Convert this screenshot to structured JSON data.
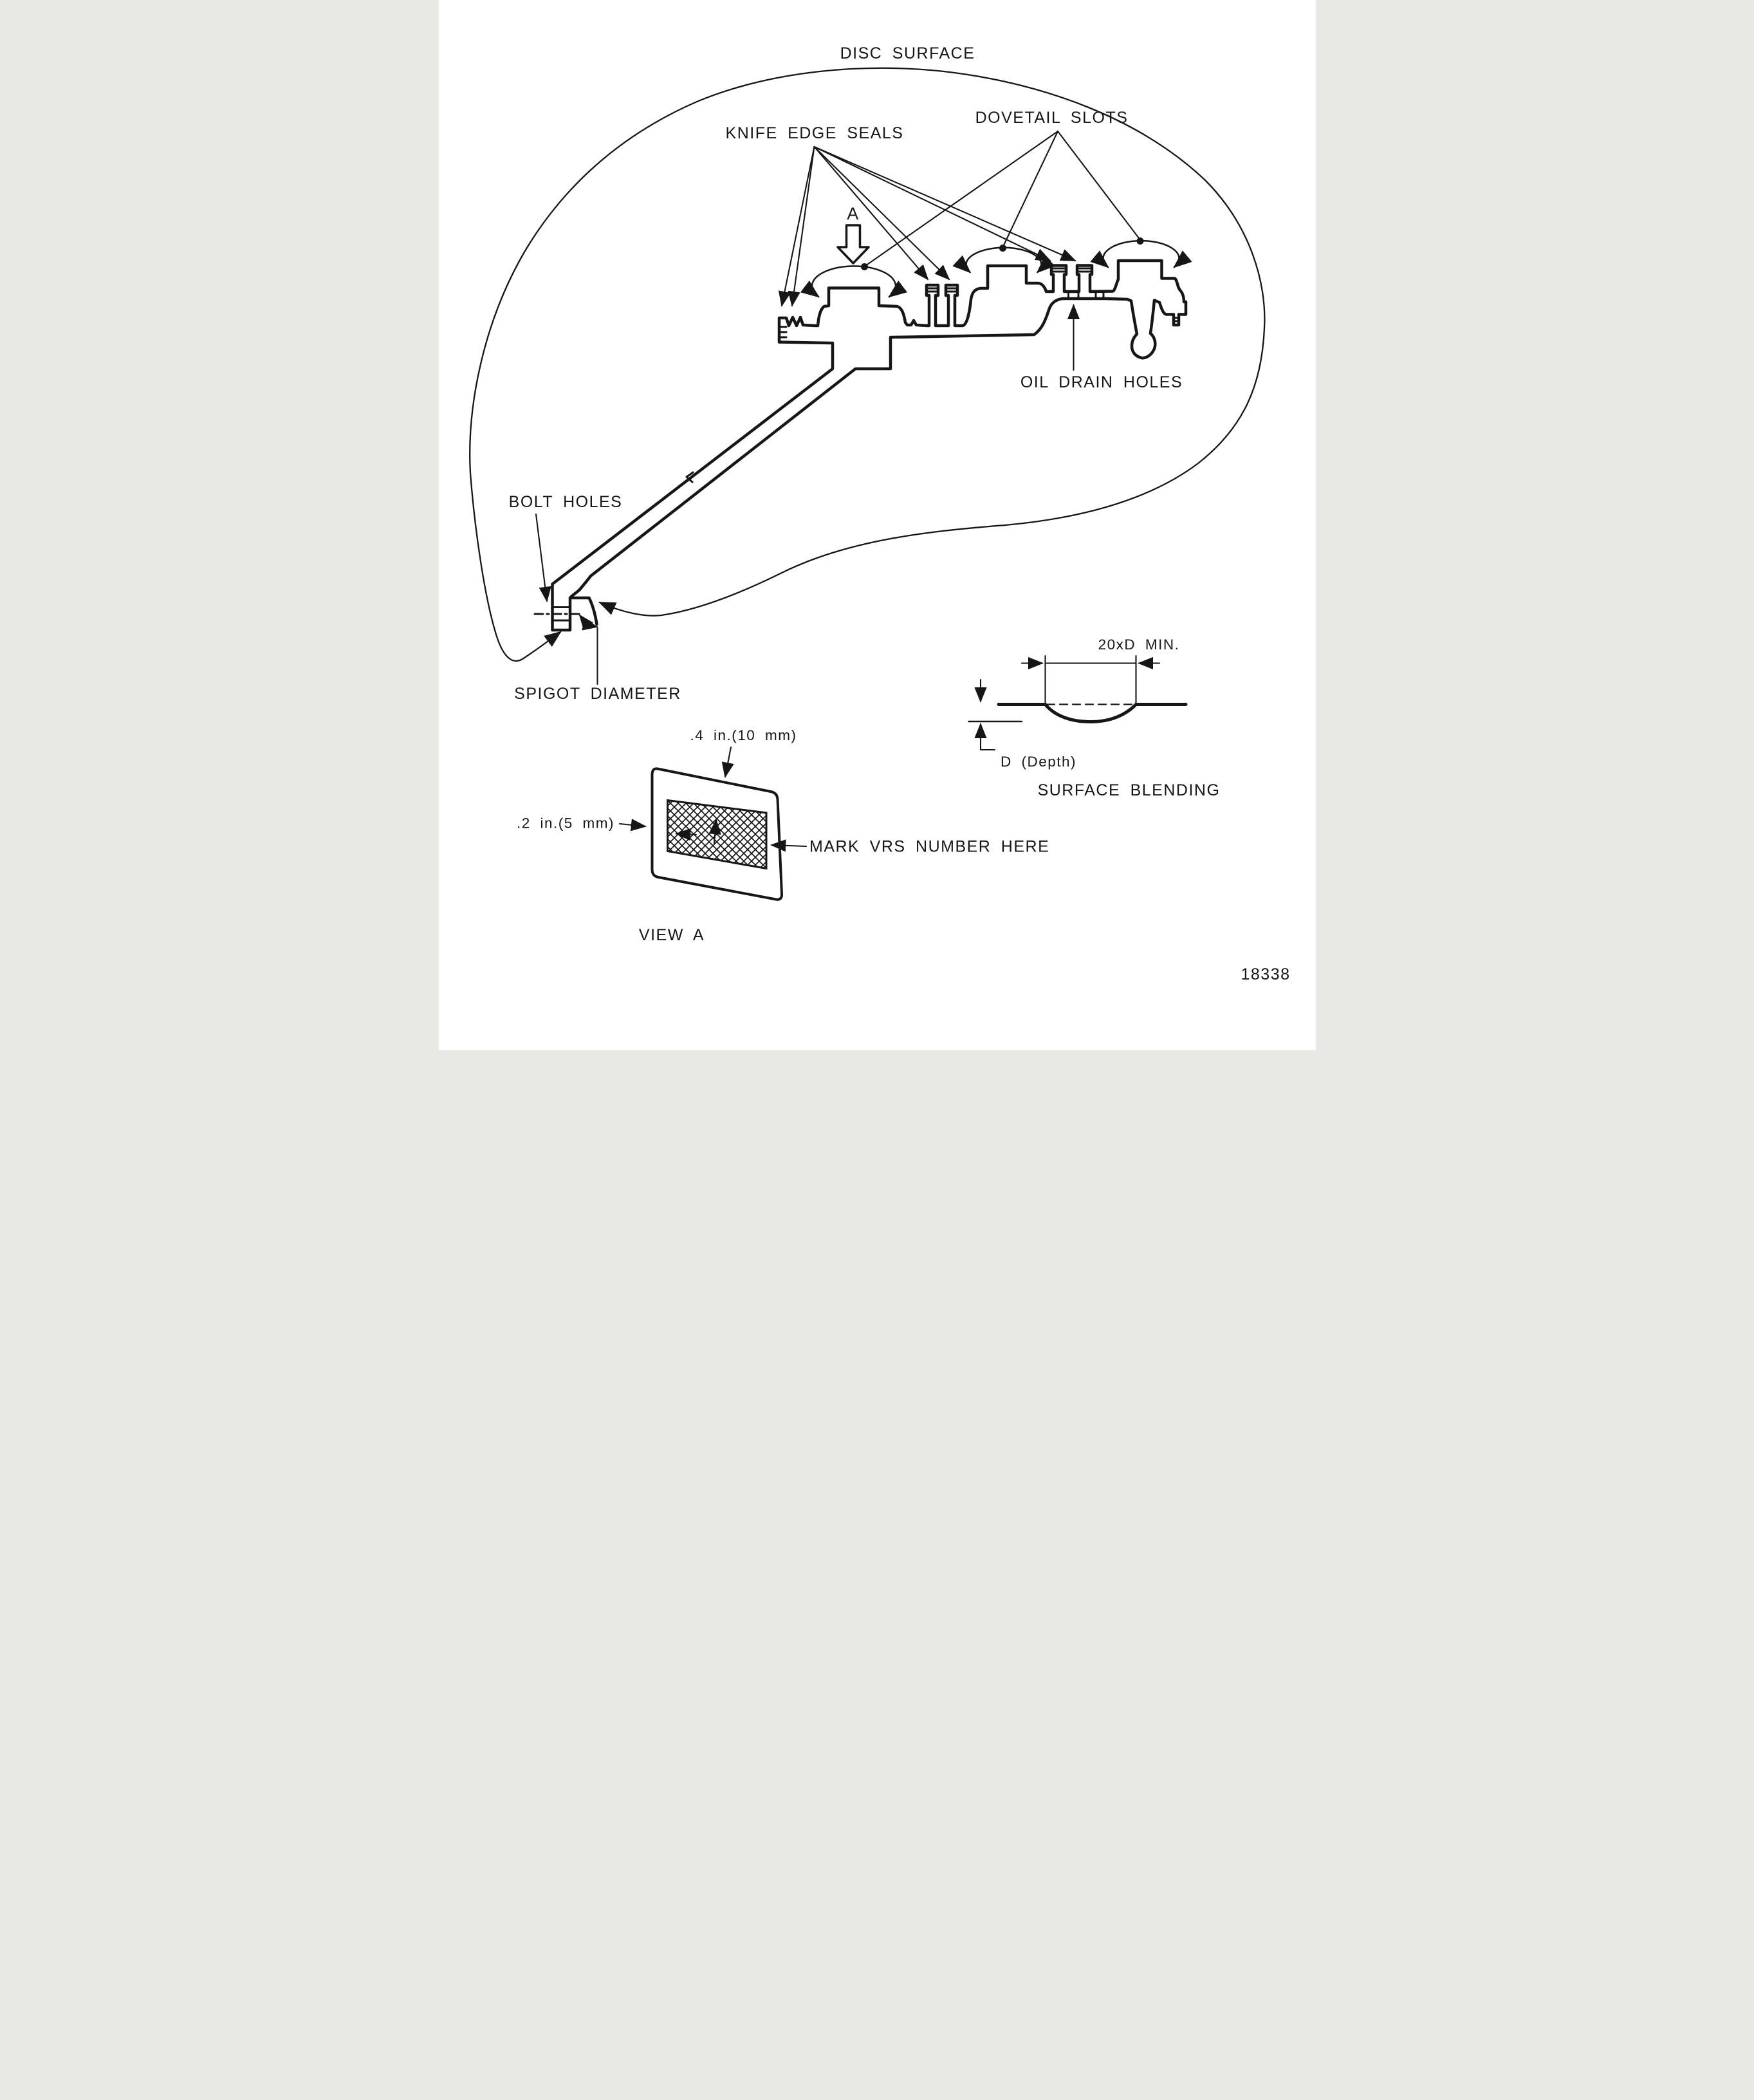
{
  "title": {
    "disc_surface": "DISC SURFACE"
  },
  "callouts": {
    "knife_edge_seals": "KNIFE EDGE SEALS",
    "dovetail_slots": "DOVETAIL SLOTS",
    "oil_drain_holes": "OIL DRAIN HOLES",
    "bolt_holes": "BOLT HOLES",
    "spigot_diameter": "SPIGOT DIAMETER",
    "view_arrow_letter": "A"
  },
  "surface_blending": {
    "width_dim": "20xD MIN.",
    "depth_label": "D (Depth)",
    "caption": "SURFACE BLENDING"
  },
  "view_a": {
    "dim_top": ".4 in.(10 mm)",
    "dim_left": ".2 in.(5 mm)",
    "mark_note": "MARK VRS NUMBER HERE",
    "caption": "VIEW A"
  },
  "figure_number": "18338",
  "colors": {
    "ink": "#161616",
    "paper": "#ffffff"
  }
}
